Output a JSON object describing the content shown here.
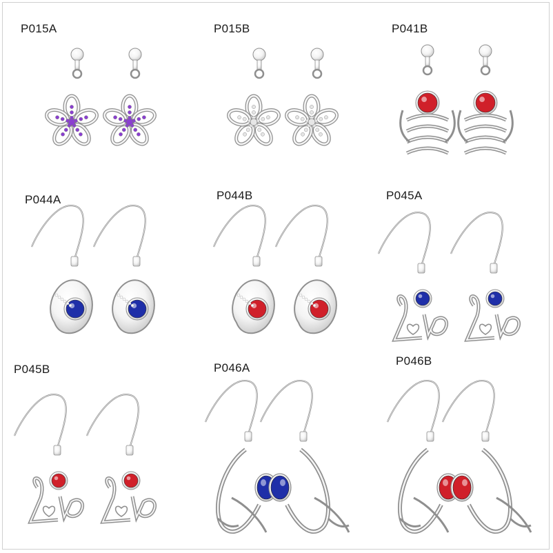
{
  "products": [
    {
      "code": "P015A",
      "style": "flower-stud",
      "accent": "#8a3fd0"
    },
    {
      "code": "P015B",
      "style": "flower-stud",
      "accent": "#e6e6e6"
    },
    {
      "code": "P041B",
      "style": "crown-stud",
      "accent": "#d0202a"
    },
    {
      "code": "P044A",
      "style": "hook-swirl",
      "accent": "#1f2fa8"
    },
    {
      "code": "P044B",
      "style": "hook-swirl",
      "accent": "#d0202a"
    },
    {
      "code": "P045A",
      "style": "hook-love",
      "accent": "#1f2fa8"
    },
    {
      "code": "P045B",
      "style": "hook-love",
      "accent": "#d0202a"
    },
    {
      "code": "P046A",
      "style": "hook-filigree",
      "accent": "#1f2fa8"
    },
    {
      "code": "P046B",
      "style": "hook-filigree",
      "accent": "#d0202a"
    }
  ],
  "colors": {
    "silver_light": "#f4f4f4",
    "silver_mid": "#c9c9c9",
    "silver_dark": "#8f8f8f",
    "background": "#ffffff"
  }
}
